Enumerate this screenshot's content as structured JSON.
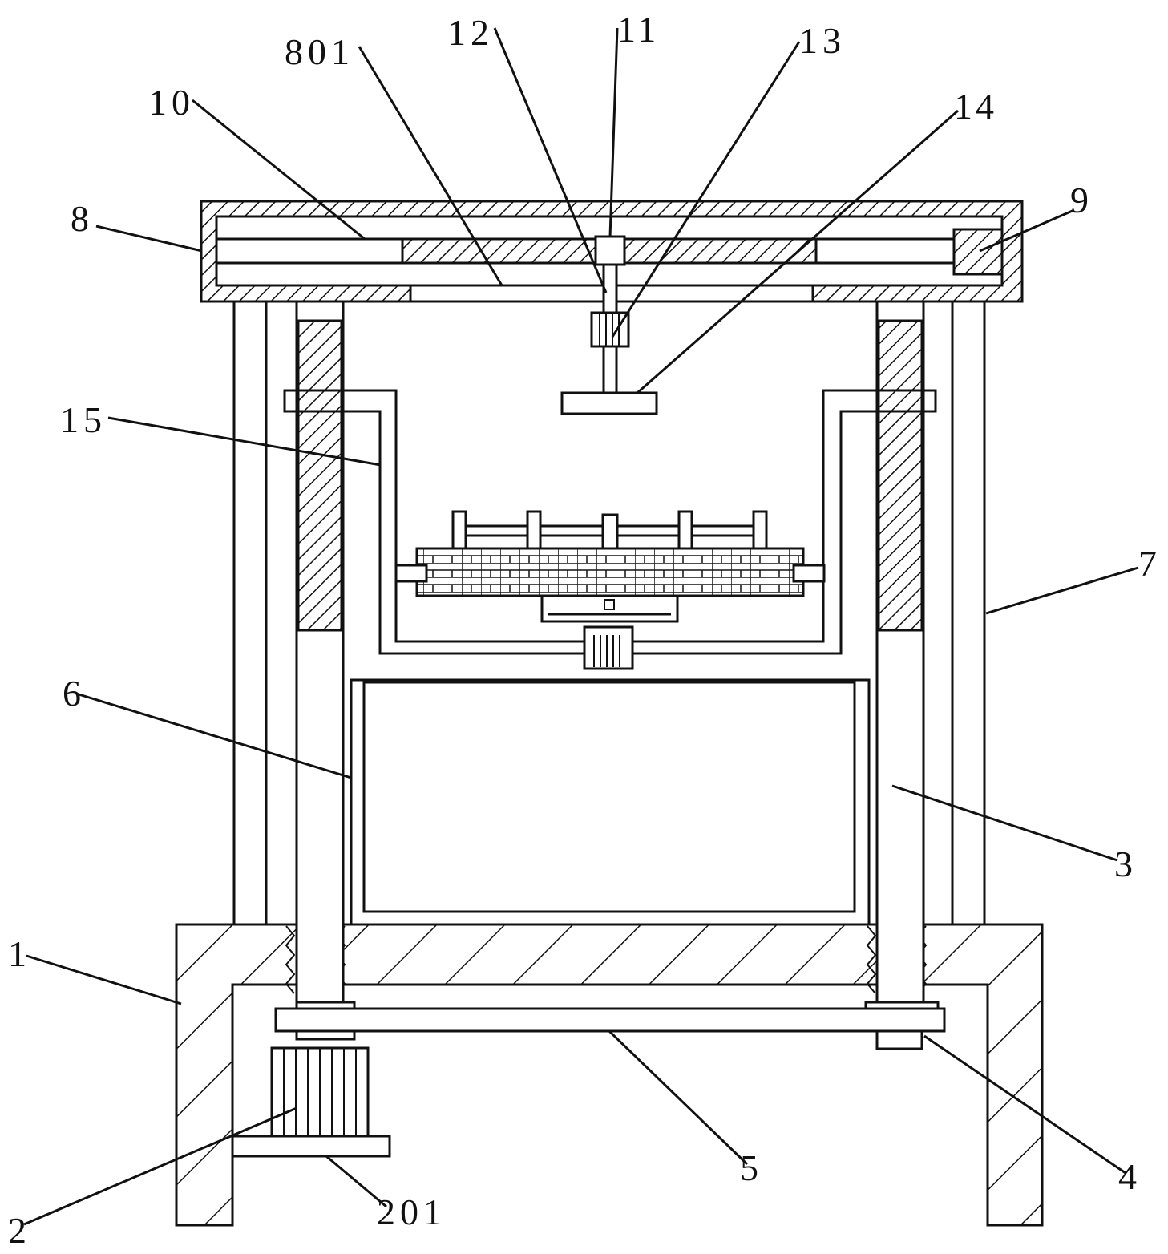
{
  "colors": {
    "line": "#111111",
    "background": "#ffffff"
  },
  "labels": {
    "l1": "1",
    "l2": "2",
    "l201": "201",
    "l3": "3",
    "l4": "4",
    "l5": "5",
    "l6": "6",
    "l7": "7",
    "l8": "8",
    "l801": "801",
    "l9": "9",
    "l10": "10",
    "l11": "11",
    "l12": "12",
    "l13": "13",
    "l14": "14",
    "l15": "15"
  }
}
